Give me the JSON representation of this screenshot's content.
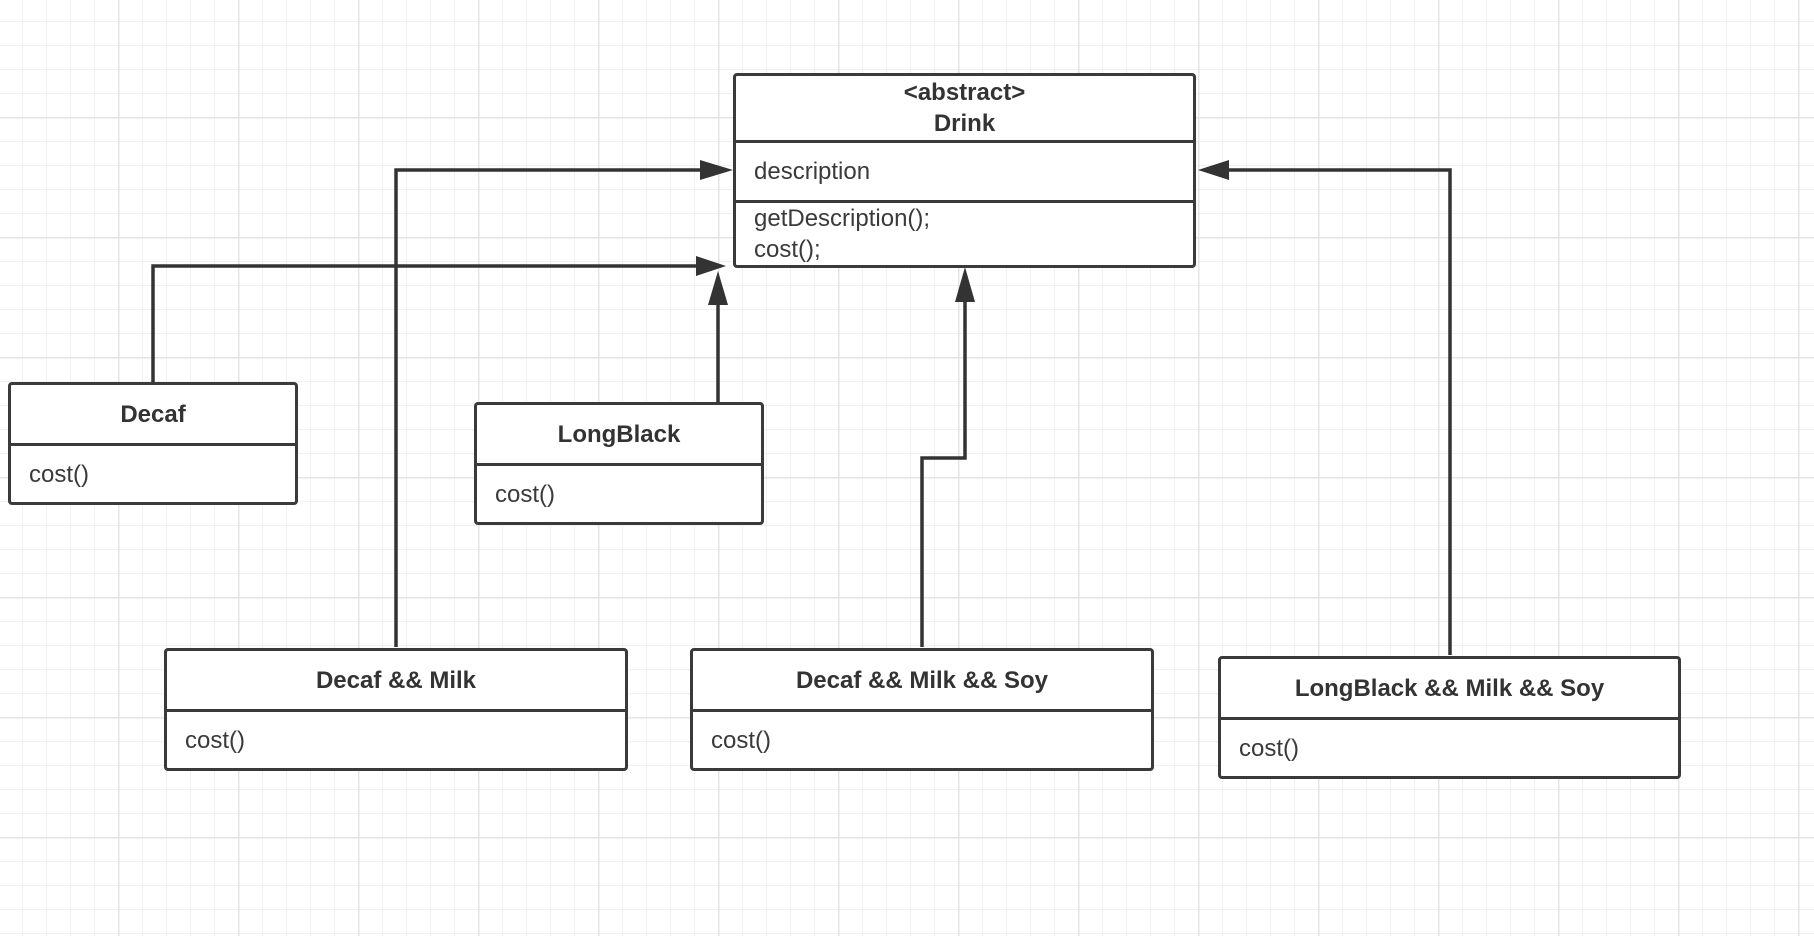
{
  "diagram": {
    "drink": {
      "stereotype": "<abstract>",
      "name": "Drink",
      "attribute": "description",
      "methods": [
        "getDescription();",
        "cost();"
      ]
    },
    "decaf": {
      "name": "Decaf",
      "method": "cost()"
    },
    "longblack": {
      "name": "LongBlack",
      "method": "cost()"
    },
    "decaf_milk": {
      "name": "Decaf && Milk",
      "method": "cost()"
    },
    "decaf_milk_soy": {
      "name": "Decaf && Milk && Soy",
      "method": "cost()"
    },
    "longblack_milk_soy": {
      "name": "LongBlack && Milk && Soy",
      "method": "cost()"
    },
    "line_color": "#333333",
    "grid_color": "#e4e4e4"
  }
}
